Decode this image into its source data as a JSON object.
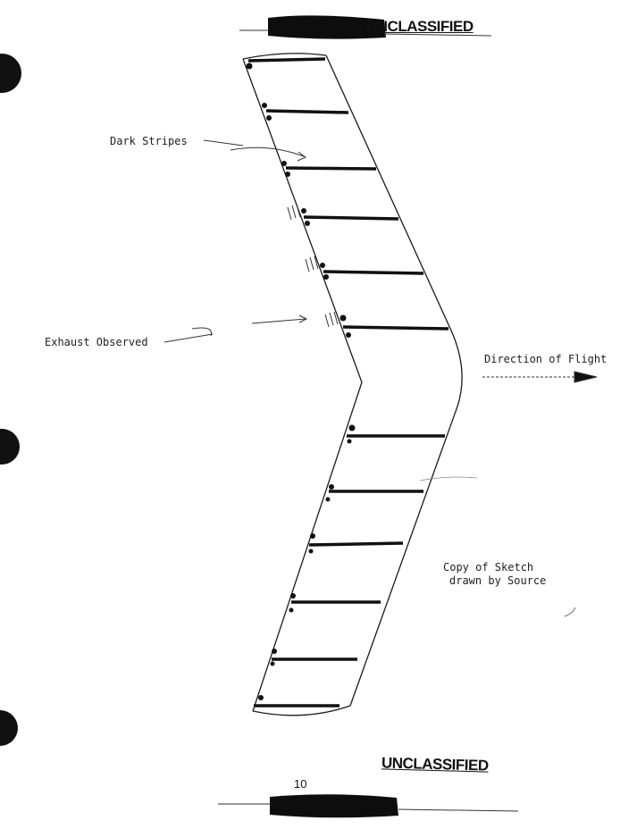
{
  "header": {
    "classification": "UNCLASSIFIED"
  },
  "labels": {
    "dark_stripes": "Dark Stripes",
    "exhaust_observed": "Exhaust Observed",
    "direction_of_flight": "Direction of Flight",
    "caption_line1": "Copy of Sketch",
    "caption_line2": "drawn by Source"
  },
  "footer": {
    "classification": "UNCLASSIFIED",
    "page_number": "10"
  },
  "colors": {
    "ink": "#1a1a1a",
    "redaction": "#0d0d0d",
    "paper": "#ffffff"
  }
}
